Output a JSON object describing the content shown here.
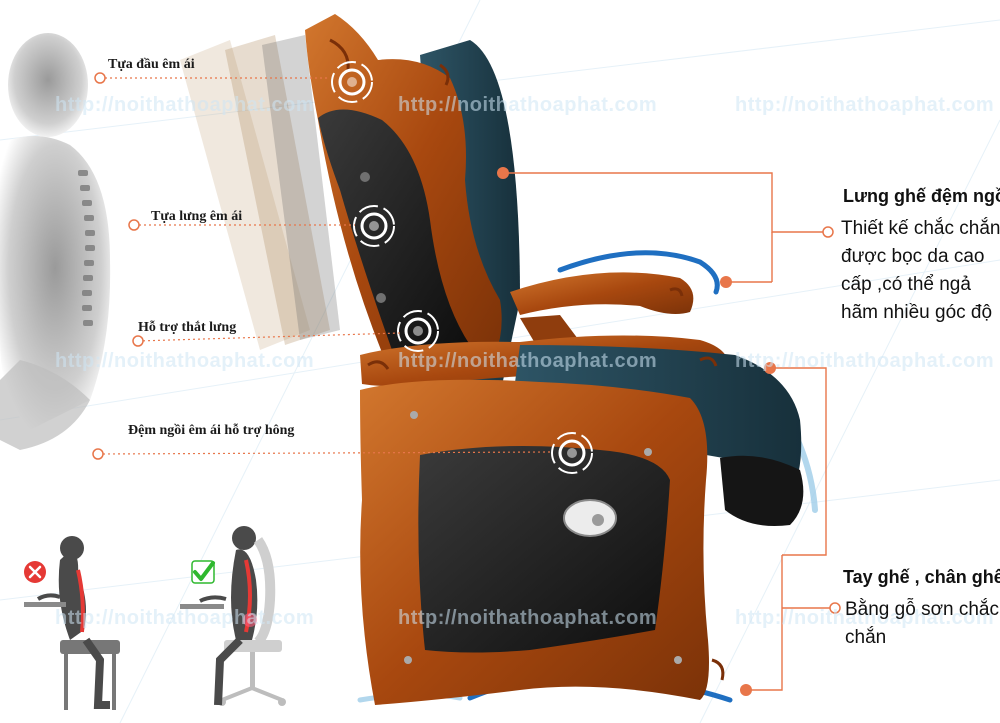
{
  "callouts": {
    "headrest": "Tựa đầu êm ái",
    "backrest": "Tựa lưng êm ái",
    "lumbar": "Hỗ trợ thắt lưng",
    "seat": "Đệm ngồi êm ái hỗ trợ hông"
  },
  "panels": {
    "back_seat": {
      "title": "Lưng ghế đệm ngồi",
      "lines": [
        "Thiết kế chắc chắn",
        "được bọc da cao",
        "cấp ,có thể ngả",
        "hãm nhiều góc độ"
      ]
    },
    "arm_leg": {
      "title": "Tay ghế , chân ghế",
      "lines": [
        "Bằng gỗ sơn chắc",
        "chắn"
      ]
    }
  },
  "watermark": "http://noithathoaphat.com",
  "posture": {
    "bad_icon": "cross-icon",
    "good_icon": "check-icon"
  },
  "colors": {
    "callout_line": "#e8764a",
    "wood": "#b5561c",
    "leather": "#1b1b1b",
    "upholstery_blue": "#23414f",
    "bad_red": "#e53935",
    "good_green": "#2eb82e",
    "motion_blue": "#1f6fc1"
  }
}
